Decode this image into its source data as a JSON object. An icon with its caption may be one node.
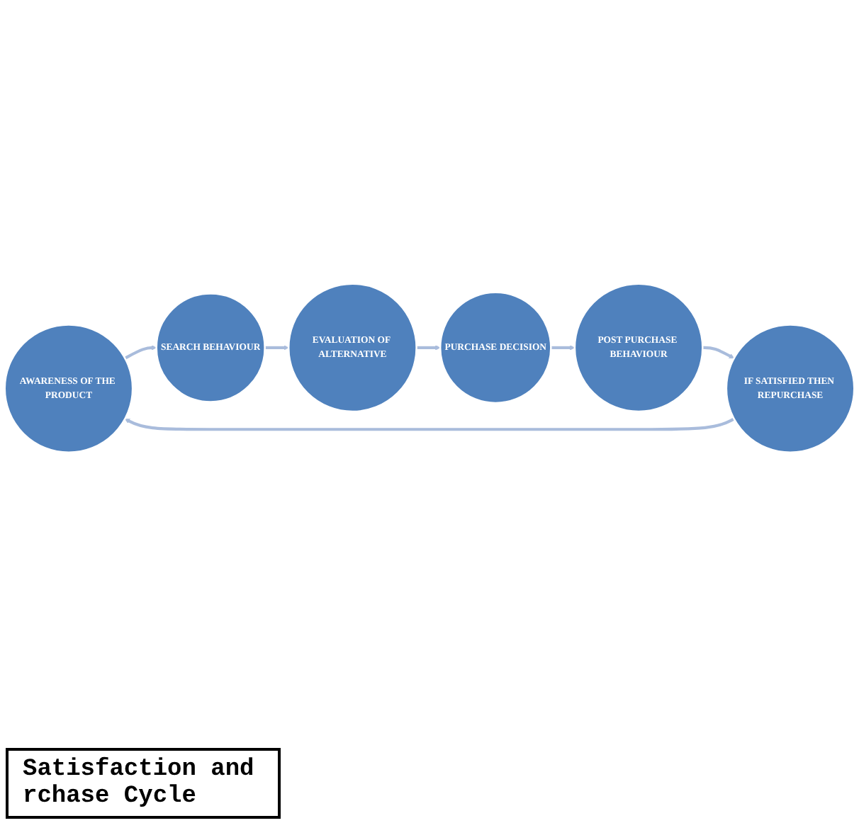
{
  "diagram": {
    "caption": "Satisfaction and rchase Cycle",
    "nodes": [
      {
        "text": [
          "AWARENESS OF THE PRODUCT"
        ]
      },
      {
        "text": [
          "SEARCH BEHAVIOUR"
        ]
      },
      {
        "text": [
          "EVALUATION OF ALTERNATIVE"
        ]
      },
      {
        "text": [
          "PURCHASE DECISION"
        ]
      },
      {
        "text": [
          "POST PURCHASE BEHAVIOUR"
        ]
      },
      {
        "text": [
          "IF SATISFIED THEN REPURCHASE"
        ]
      }
    ],
    "edges": [
      {
        "from": 0,
        "to": 1,
        "arrow": "to"
      },
      {
        "from": 1,
        "to": 2,
        "arrow": "to"
      },
      {
        "from": 2,
        "to": 3,
        "arrow": "to"
      },
      {
        "from": 3,
        "to": 4,
        "arrow": "to"
      },
      {
        "from": 4,
        "to": 5,
        "arrow": "to"
      },
      {
        "from": 5,
        "to": 0,
        "arrow": "to"
      }
    ]
  }
}
